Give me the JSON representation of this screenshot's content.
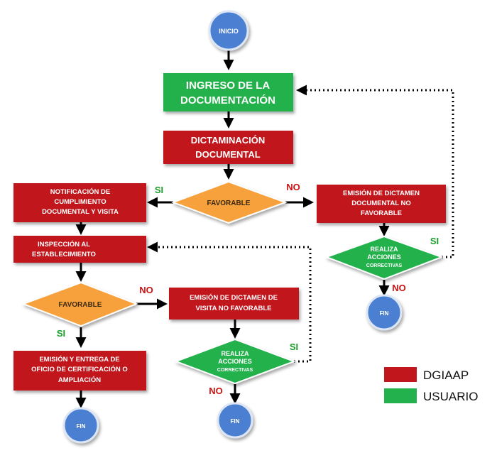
{
  "colors": {
    "dgiaap": "#c0161c",
    "usuario": "#22b14c",
    "decision_orange": "#f7a13c",
    "terminal_blue": "#4b7fd1",
    "si_label": "#1a9e2a",
    "no_label": "#cc1111"
  },
  "nodes": {
    "inicio": "INICIO",
    "ingreso": [
      "INGRESO DE LA",
      "DOCUMENTACIÓN"
    ],
    "dictaminacion": [
      "DICTAMINACIÓN",
      "DOCUMENTAL"
    ],
    "favorable1": "FAVORABLE",
    "notificacion": [
      "NOTIFICACIÓN DE",
      "CUMPLIMIENTO",
      "DOCUMENTAL Y VISITA"
    ],
    "emision_no_fav_doc": [
      "EMISIÓN DE DICTAMEN",
      "DOCUMENTAL NO",
      "FAVORABLE"
    ],
    "realiza1": [
      "REALIZA",
      "ACCIONES",
      "CORRECTIVAS"
    ],
    "fin_right": "FIN",
    "inspeccion": [
      "INSPECCIÓN AL",
      "ESTABLECIMIENTO"
    ],
    "favorable2": "FAVORABLE",
    "emision_visita": [
      "EMISIÓN DE DICTAMEN DE",
      "VISITA NO FAVORABLE"
    ],
    "realiza2": [
      "REALIZA",
      "ACCIONES",
      "CORRECTIVAS"
    ],
    "emision_entrega": [
      "EMISIÓN Y ENTREGA DE",
      "OFICIO DE CERTIFICACIÓN O",
      "AMPLIACIÓN"
    ],
    "fin_left": "FIN",
    "fin_mid": "FIN"
  },
  "edge_labels": {
    "si1": "SI",
    "no1": "NO",
    "si_realiza1": "SI",
    "no_realiza1": "NO",
    "no2": "NO",
    "si2": "SI",
    "si_realiza2": "SI",
    "no_realiza2": "NO"
  },
  "legend": [
    {
      "label": "DGIAAP",
      "color": "#c0161c"
    },
    {
      "label": "USUARIO",
      "color": "#22b14c"
    }
  ]
}
